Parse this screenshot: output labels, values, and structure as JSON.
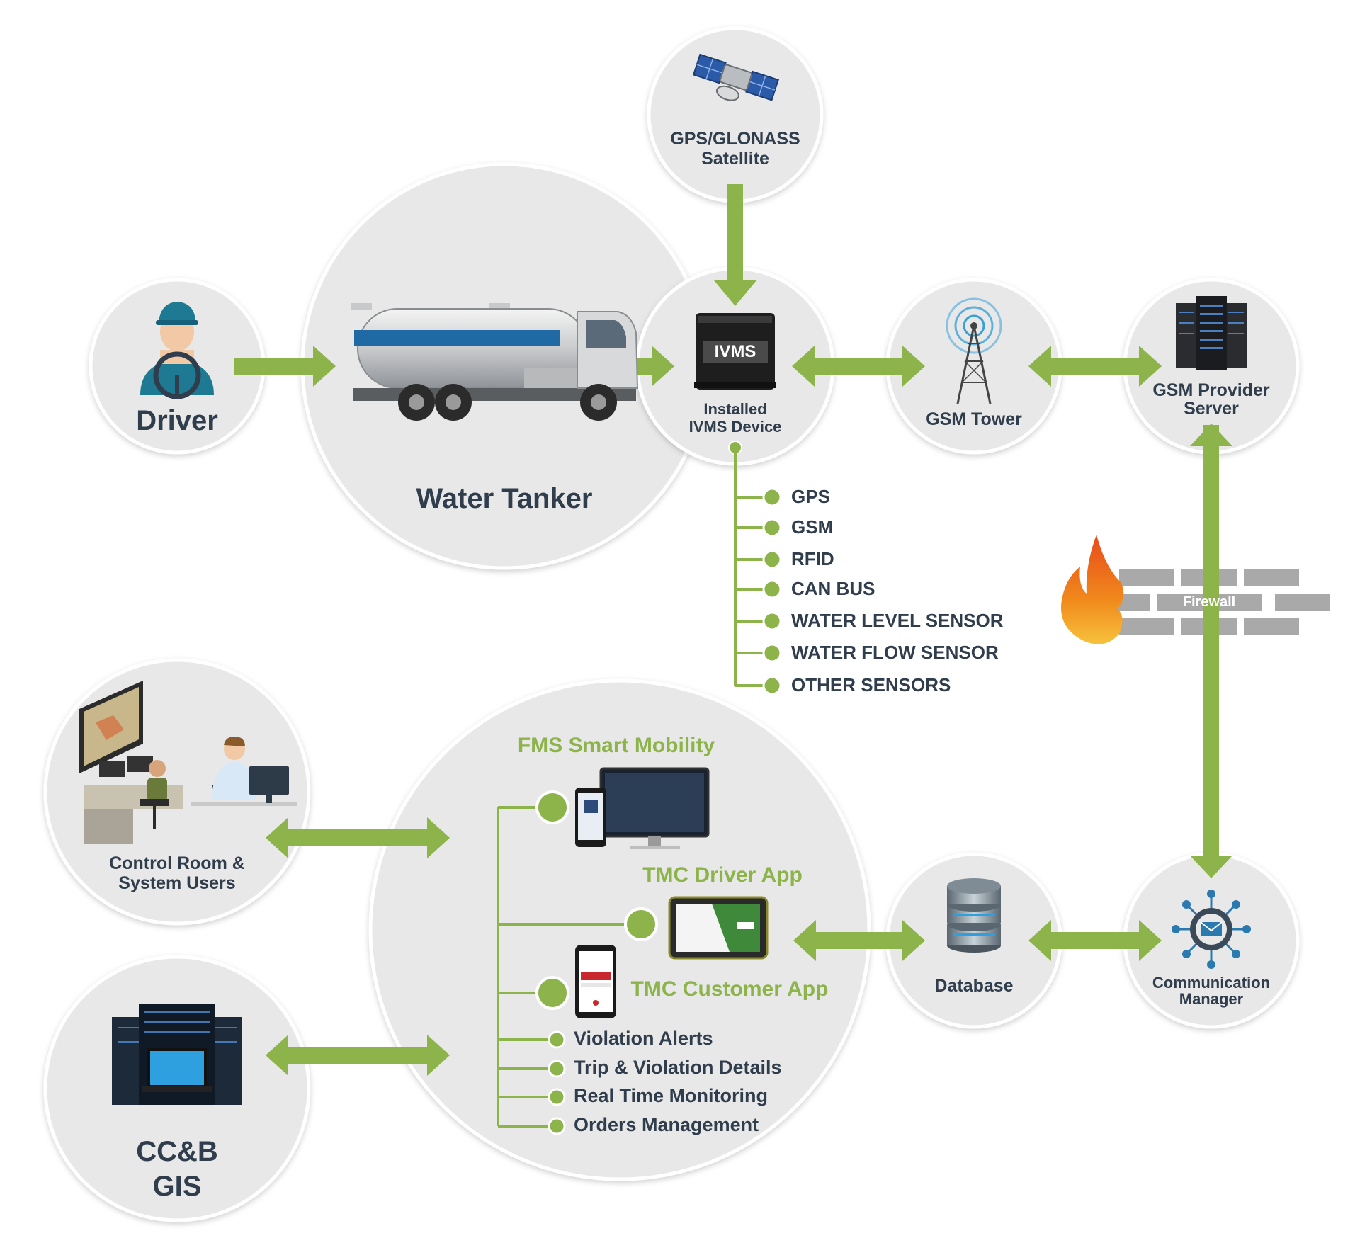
{
  "nodes": {
    "satellite": {
      "line1": "GPS/GLONASS",
      "line2": "Satellite"
    },
    "driver": {
      "label": "Driver"
    },
    "tanker": {
      "label": "Water Tanker"
    },
    "ivms": {
      "screen": "IVMS",
      "line1": "Installed",
      "line2": "IVMS Device"
    },
    "gsm_tower": {
      "label": "GSM Tower"
    },
    "gsm_server": {
      "line1": "GSM Provider",
      "line2": "Server"
    },
    "firewall": {
      "label": "Firewall"
    },
    "control_room": {
      "line1": "Control Room &",
      "line2": "System Users"
    },
    "ccb_gis": {
      "line1": "CC&B",
      "line2": "GIS"
    },
    "database": {
      "label": "Database"
    },
    "comm_manager": {
      "line1": "Communication",
      "line2": "Manager"
    }
  },
  "ivms_features": [
    "GPS",
    "GSM",
    "RFID",
    "CAN BUS",
    "WATER LEVEL SENSOR",
    "WATER FLOW SENSOR",
    "OTHER SENSORS"
  ],
  "platform": {
    "fms": "FMS Smart Mobility",
    "driver_app": "TMC Driver App",
    "customer_app": "TMC Customer App",
    "features": [
      "Violation Alerts",
      "Trip & Violation Details",
      "Real Time Monitoring",
      "Orders Management"
    ]
  },
  "colors": {
    "accent_green": "#8cb44a",
    "circle_fill": "#e8e8e8",
    "text_dark": "#2f3d4c",
    "firewall_brick": "#a9a9a9"
  }
}
